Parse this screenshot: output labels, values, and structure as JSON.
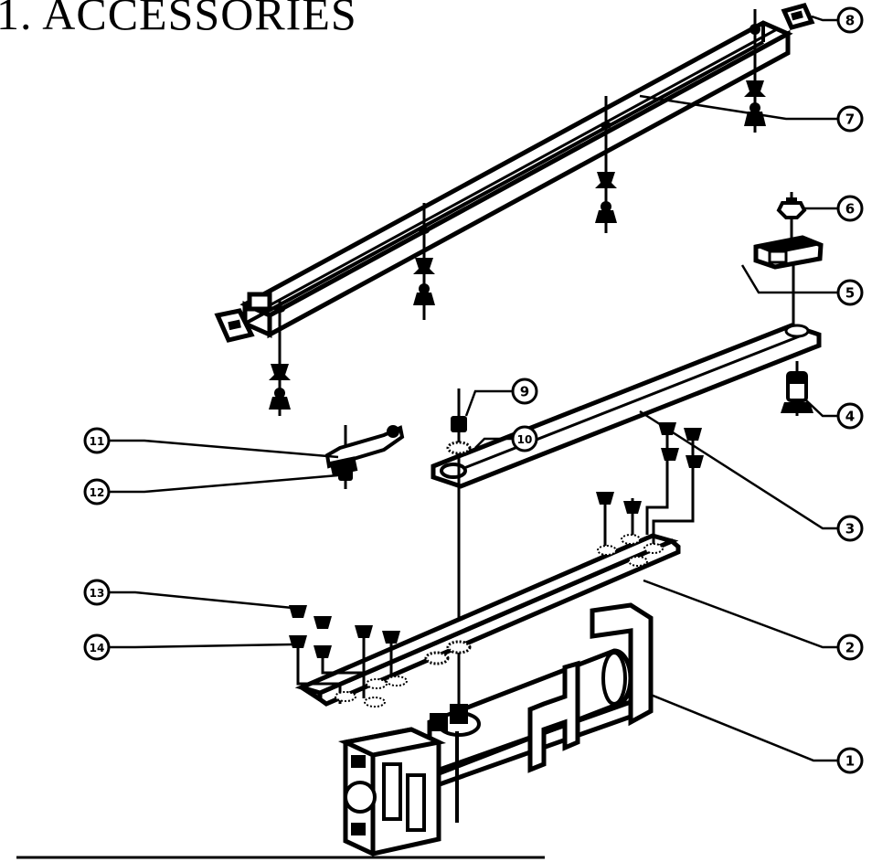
{
  "title": "1. ACCESSORIES",
  "callouts": [
    {
      "id": "callout-1",
      "label": "1"
    },
    {
      "id": "callout-2",
      "label": "2"
    },
    {
      "id": "callout-3",
      "label": "3"
    },
    {
      "id": "callout-4",
      "label": "4"
    },
    {
      "id": "callout-5",
      "label": "5"
    },
    {
      "id": "callout-6",
      "label": "6"
    },
    {
      "id": "callout-7",
      "label": "7"
    },
    {
      "id": "callout-8",
      "label": "8"
    },
    {
      "id": "callout-9",
      "label": "9"
    },
    {
      "id": "callout-10",
      "label": "10"
    },
    {
      "id": "callout-11",
      "label": "11"
    },
    {
      "id": "callout-12",
      "label": "12"
    },
    {
      "id": "callout-13",
      "label": "13"
    },
    {
      "id": "callout-14",
      "label": "14"
    }
  ]
}
